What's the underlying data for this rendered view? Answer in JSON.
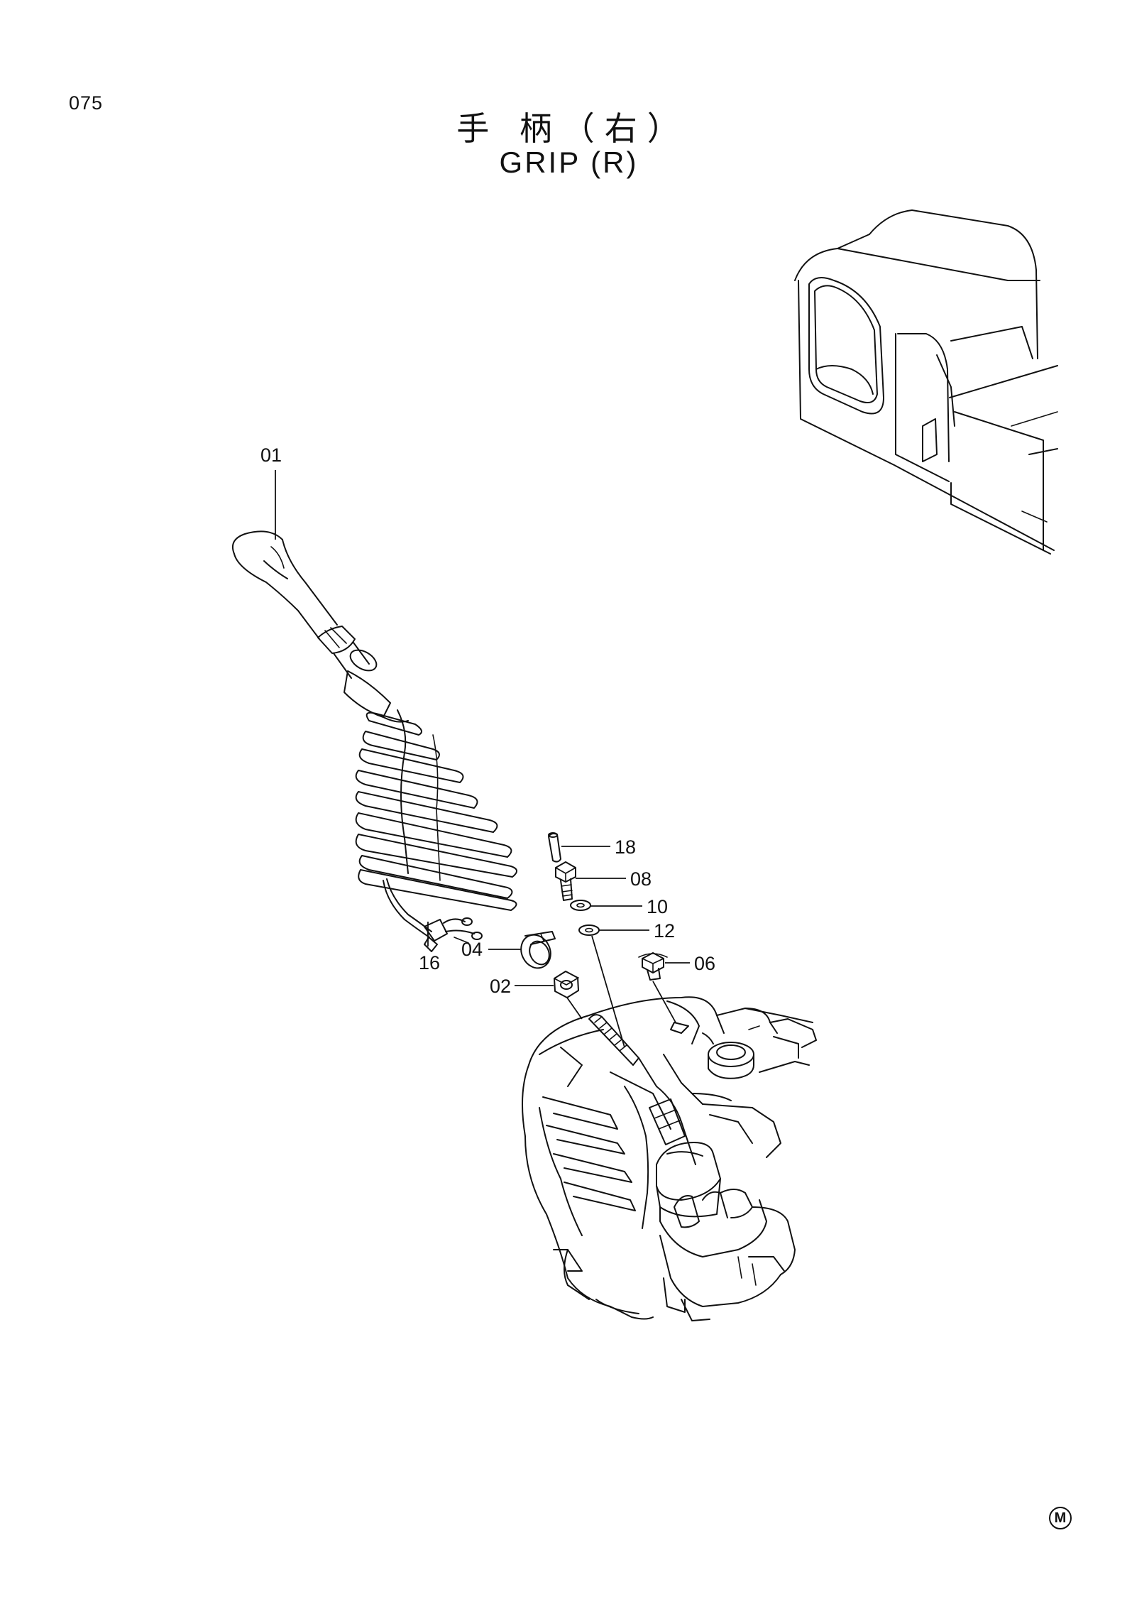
{
  "header": {
    "page_number": "075",
    "title_cn": "手 柄（右）",
    "title_en": "GRIP (R)"
  },
  "callouts": [
    {
      "id": "01",
      "text": "01"
    },
    {
      "id": "18",
      "text": "18"
    },
    {
      "id": "08",
      "text": "08"
    },
    {
      "id": "10",
      "text": "10"
    },
    {
      "id": "12",
      "text": "12"
    },
    {
      "id": "04",
      "text": "04"
    },
    {
      "id": "06",
      "text": "06"
    },
    {
      "id": "16",
      "text": "16"
    },
    {
      "id": "02",
      "text": "02"
    }
  ],
  "footer": {
    "mark": "M"
  }
}
